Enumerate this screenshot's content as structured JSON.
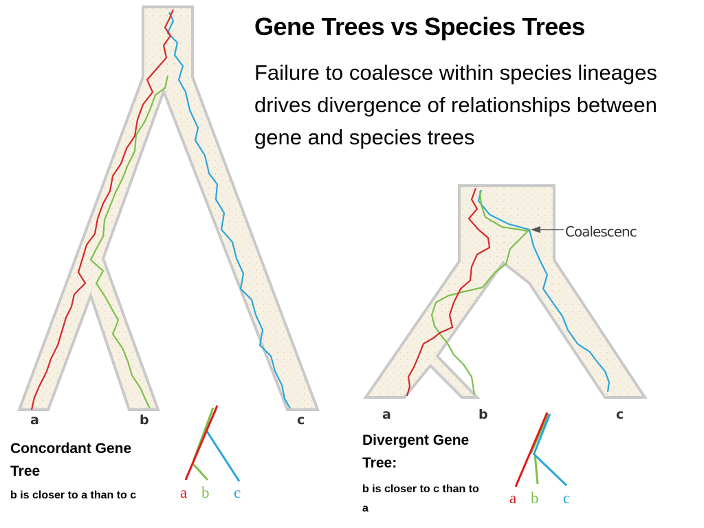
{
  "slide": {
    "title": "Gene Trees vs Species Trees",
    "subtitle": "Failure to coalesce within species lineages drives divergence of relationships between gene and species trees"
  },
  "left_tree": {
    "tips": [
      "a",
      "b",
      "c"
    ],
    "caption_title": "Concordant Gene Tree",
    "caption_text": "b is closer to a than to c"
  },
  "right_tree": {
    "tips": [
      "a",
      "b",
      "c"
    ],
    "coalescence_label": "Coalescenc",
    "caption_title": "Divergent Gene Tree:",
    "caption_text": "b is closer to c than to a"
  },
  "left_gene_tree_legend": {
    "labels": [
      "a",
      "b",
      "c"
    ]
  },
  "right_gene_tree_legend": {
    "labels": [
      "a",
      "b",
      "c"
    ]
  },
  "colors": {
    "lineage_a": "#d42a2a",
    "lineage_b": "#7cc04a",
    "lineage_c": "#2aa6dc",
    "species_tube_fill": "#f6efdf",
    "species_tube_border": "#c8c8c8"
  }
}
